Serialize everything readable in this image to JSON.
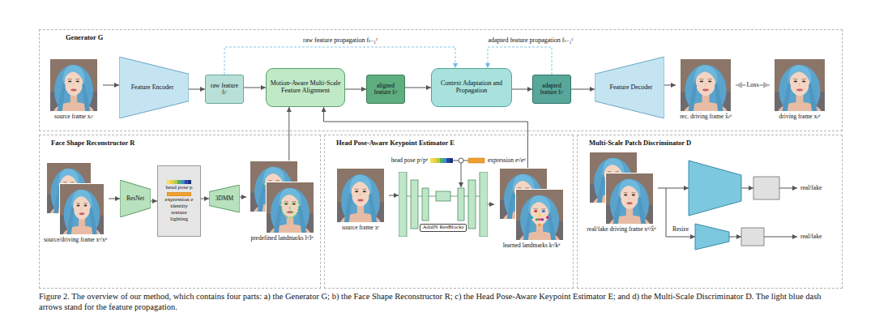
{
  "diagram": {
    "caption": "Figure 2. The overview of our method, which contains four parts: a) the Generator G; b) the Face Shape Reconstructor R; c) the Head Pose-Aware Keypoint Estimator E; and d) the Multi-Scale Discriminator D. The light blue dash arrows stand for the feature propagation.",
    "nodes": [
      {
        "text": [
          "Generator G"
        ]
      },
      {
        "text": [
          "source frame xₜˢ"
        ],
        "in": 0
      },
      {
        "text": [
          "Feature Encoder"
        ],
        "in": 0
      },
      {
        "text": [
          "raw feature fₜʳ"
        ],
        "in": 0
      },
      {
        "text": [
          "Motion-Aware Multi-Scale Feature Alignment"
        ],
        "in": 0
      },
      {
        "text": [
          "aligned feature fₜᵃ"
        ],
        "in": 0
      },
      {
        "text": [
          "Context Adaptation and Propagation"
        ],
        "in": 0
      },
      {
        "text": [
          "adapted feature fₜᶜ"
        ],
        "in": 0
      },
      {
        "text": [
          "Feature Decoder"
        ],
        "in": 0
      },
      {
        "text": [
          "rec. driving frame x̂ₜᵈ"
        ],
        "in": 0
      },
      {
        "text": [
          "driving frame xₜᵈ"
        ],
        "in": 0
      },
      {
        "text": [
          "Face Shape Reconstructor R"
        ]
      },
      {
        "text": [
          "source/driving frame xˢ/xᵈ"
        ],
        "in": 11
      },
      {
        "text": [
          "ResNet"
        ],
        "in": 11
      },
      {
        "text": [
          "head pose p",
          "expression e",
          "identity",
          "texture",
          "lighting"
        ],
        "in": 11
      },
      {
        "text": [
          "3DMM"
        ],
        "in": 11
      },
      {
        "text": [
          "predefined landmarks lˢ/lᵈ"
        ],
        "in": 11
      },
      {
        "text": [
          "Head Pose-Aware Keypoint Estimator E"
        ]
      },
      {
        "text": [
          "source frame xˢ"
        ],
        "in": 17
      },
      {
        "text": [
          "AdaIN ResBlocks"
        ],
        "in": 17
      },
      {
        "text": [
          "learned landmarks kˢ/kᵈ"
        ],
        "in": 17
      },
      {
        "text": [
          "Multi-Scale Patch Discriminator D"
        ]
      },
      {
        "text": [
          "real/fake driving frame xᵈ/x̂ᵈ"
        ],
        "in": 21
      }
    ],
    "edges": [
      {
        "from": 1,
        "to": 2,
        "arrow": "to"
      },
      {
        "from": 2,
        "to": 3,
        "arrow": "to"
      },
      {
        "from": 3,
        "to": 4,
        "arrow": "to"
      },
      {
        "from": 4,
        "to": 5,
        "arrow": "to"
      },
      {
        "from": 5,
        "to": 6,
        "arrow": "to"
      },
      {
        "from": 6,
        "to": 7,
        "arrow": "to"
      },
      {
        "from": 7,
        "to": 8,
        "arrow": "to"
      },
      {
        "from": 8,
        "to": 9,
        "arrow": "to"
      },
      {
        "from": 9,
        "to": 10,
        "label": "Loss",
        "arrow": "both"
      },
      {
        "from": 3,
        "to": 6,
        "label": "raw feature propagation fₜ₋₁ʳ",
        "arrow": "to"
      },
      {
        "from": 7,
        "to": 6,
        "label": "adapted feature propagation fₜ₋₁ᶜ",
        "arrow": "to"
      },
      {
        "from": 12,
        "to": 13,
        "arrow": "to"
      },
      {
        "from": 13,
        "to": 14,
        "arrow": "to"
      },
      {
        "from": 14,
        "to": 15,
        "arrow": "to"
      },
      {
        "from": 15,
        "to": 16,
        "arrow": "to"
      },
      {
        "from": 16,
        "to": 4,
        "arrow": "to"
      },
      {
        "from": 18,
        "to": 19,
        "arrow": "to"
      },
      {
        "from": 19,
        "to": 20,
        "arrow": "to"
      },
      {
        "from": 20,
        "to": 4,
        "arrow": "to"
      }
    ],
    "labels": [
      "head pose pˢ/pᵈ",
      "expression eˢ/eᵈ",
      "Resize",
      "real/fake",
      "real/fake"
    ]
  }
}
